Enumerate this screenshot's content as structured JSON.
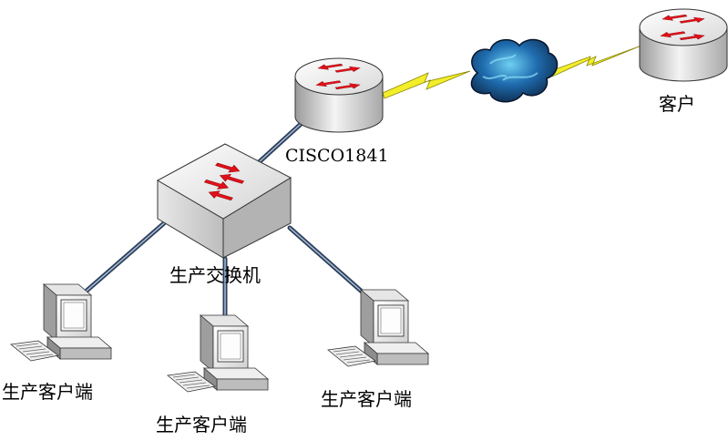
{
  "labels": {
    "router": "CISCO1841",
    "client_router": "客户",
    "switch": "生产交换机",
    "pc_left": "生产客户端",
    "pc_middle": "生产客户端",
    "pc_right": "生产客户端"
  },
  "colors": {
    "cable": "#2c3e5a",
    "arrow": "#e0101a",
    "wan_link": "#f2ee2a",
    "cloud": "#1f6db0"
  }
}
